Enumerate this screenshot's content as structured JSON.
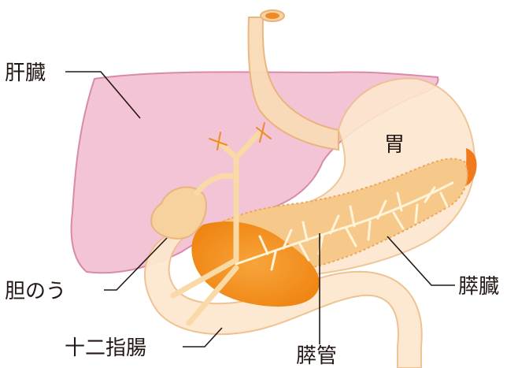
{
  "labels": {
    "liver": "肝臓",
    "stomach": "胃",
    "gallbladder": "胆のう",
    "pancreas": "膵臓",
    "duodenum": "十二指腸",
    "pancreatic_duct": "膵管"
  },
  "colors": {
    "liver": "#f3c3d6",
    "liver_outline": "#d98aa9",
    "organ_light": "#fde7cf",
    "organ_mid": "#f8d3a6",
    "organ_outline": "#e9b478",
    "pancreas": "#f6c88a",
    "pancreas_deep": "#f0a347",
    "pancreas_head": "#f28a18",
    "stomach_tip": "#f07a1c",
    "duct": "#fff3d8",
    "leader": "#231815"
  }
}
